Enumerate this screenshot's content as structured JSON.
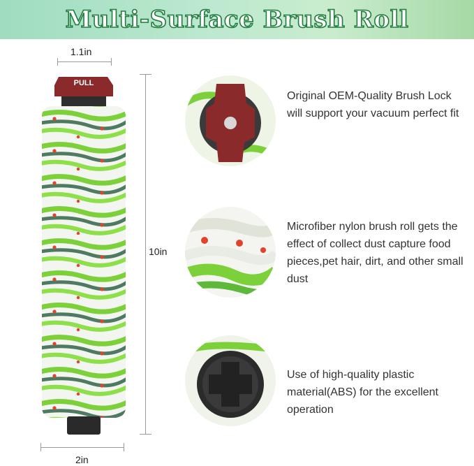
{
  "title": "Multi-Surface Brush Roll",
  "dimensions": {
    "top_width": "1.1in",
    "length": "10in",
    "bottom_width": "2in"
  },
  "roll": {
    "cap_label": "PULL"
  },
  "features": [
    {
      "text": "Original OEM-Quality Brush Lock will support your vacuum perfect fit",
      "icon": "brush-lock-icon"
    },
    {
      "text": "Microfiber nylon brush roll gets the effect of collect dust capture food pieces,pet hair, dirt, and other small dust",
      "icon": "microfiber-closeup-icon"
    },
    {
      "text": "Use of high-quality plastic material(ABS) for the excellent operation",
      "icon": "abs-end-cap-icon"
    }
  ],
  "colors": {
    "cap_red": "#8a2a2a",
    "bristle_green": "#7cd13a",
    "bristle_dark": "#4e7a62",
    "bristle_red": "#e0442c",
    "title_outline": "#1f7c3d"
  }
}
